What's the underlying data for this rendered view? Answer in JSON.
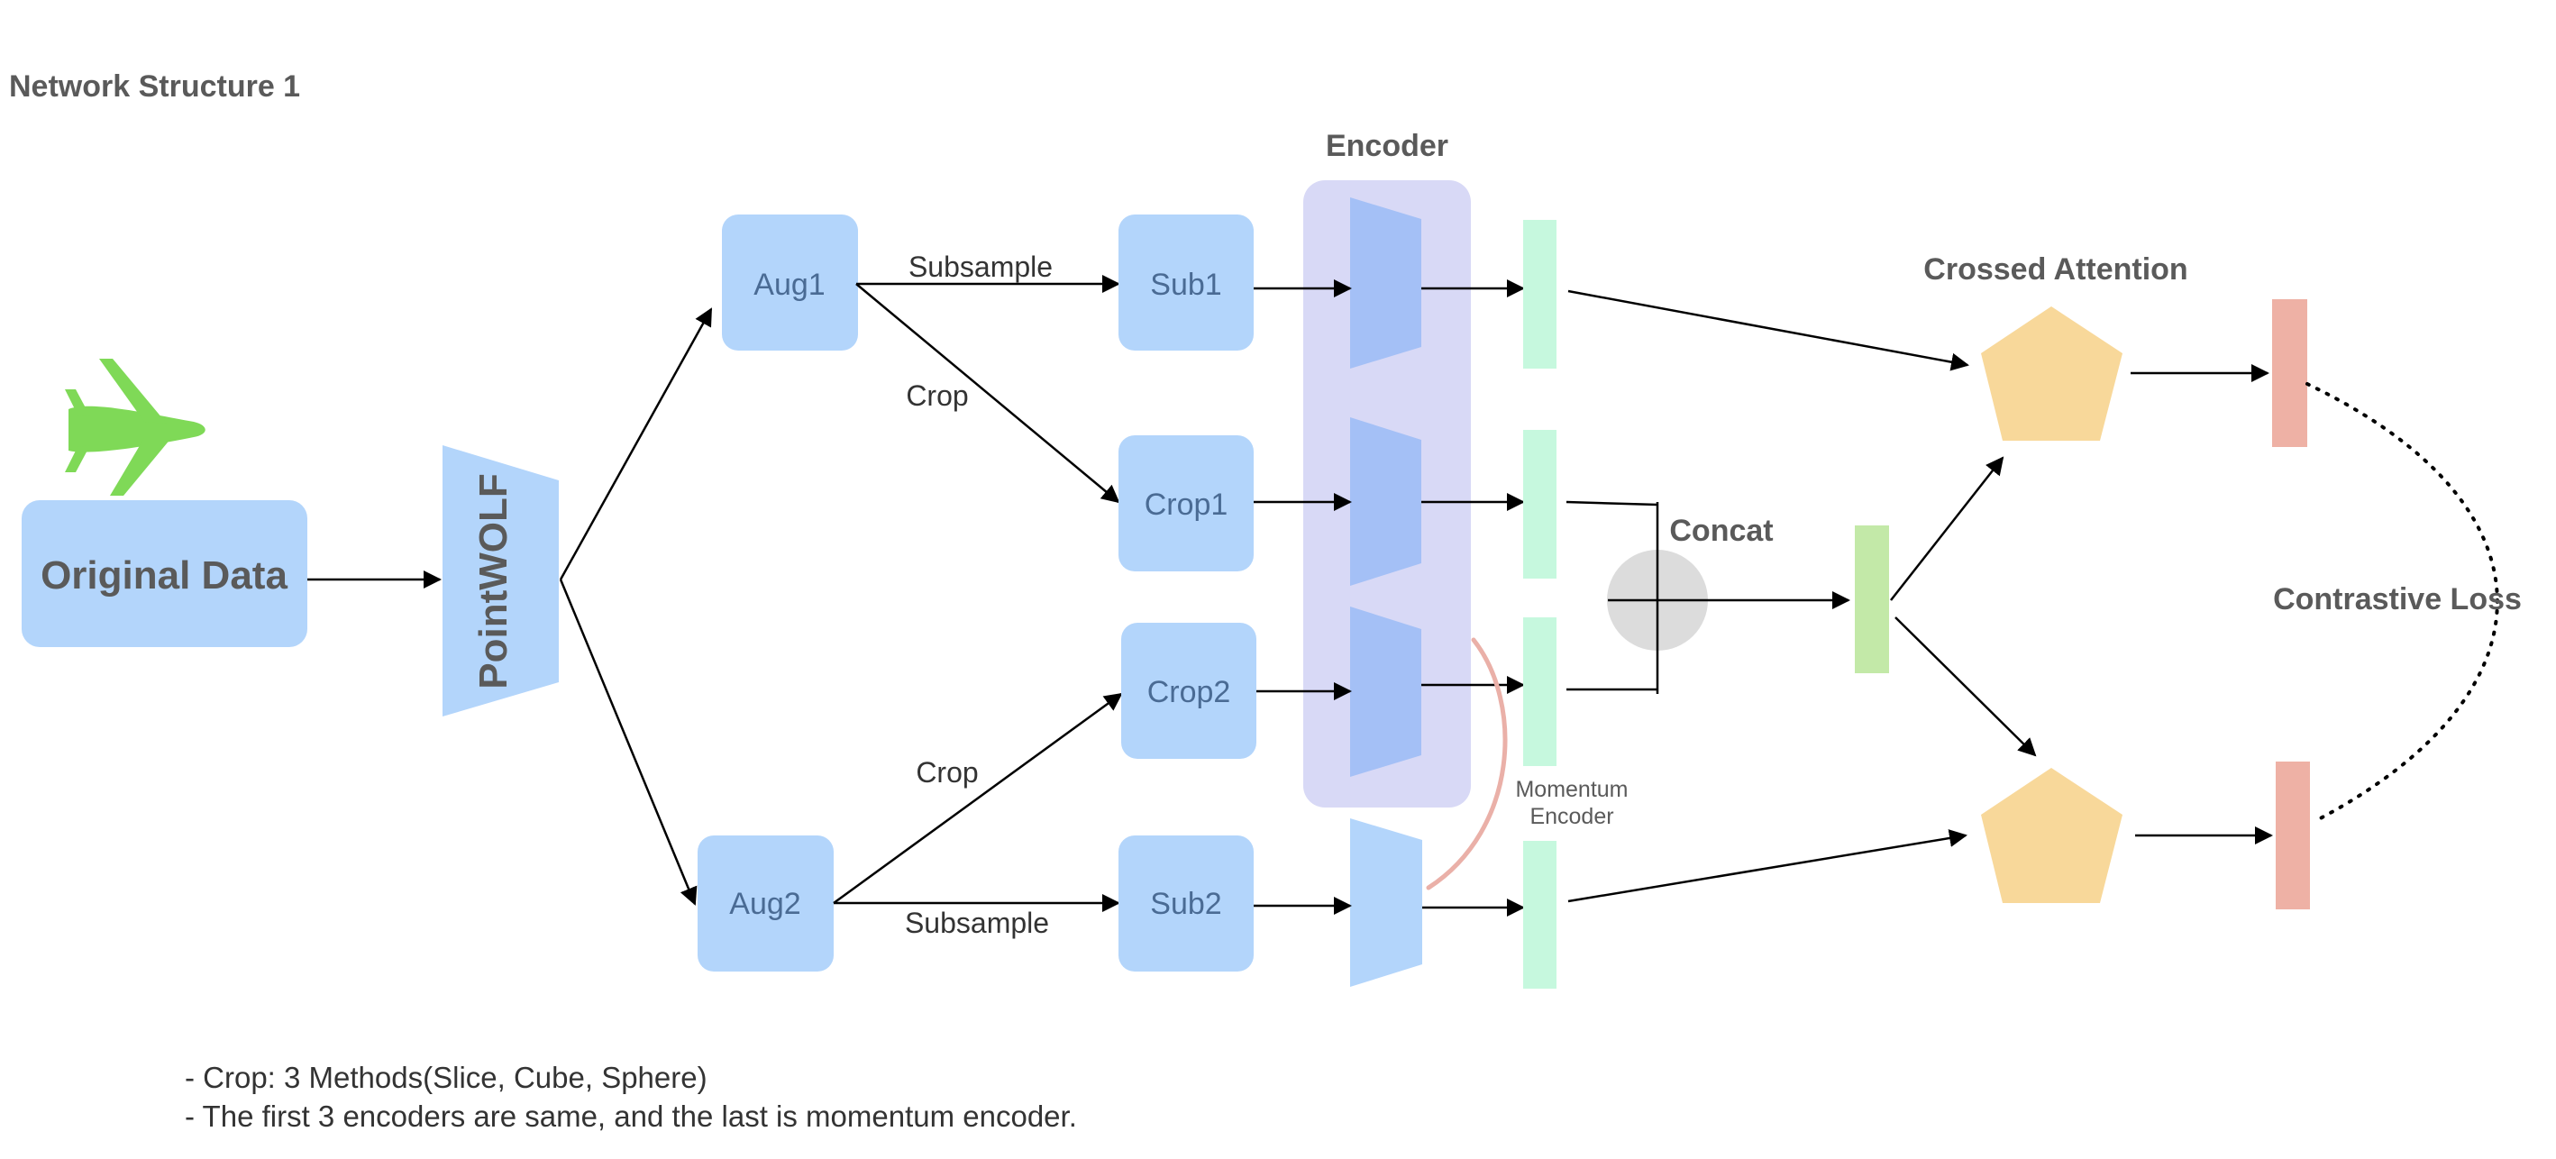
{
  "title": "Network Structure 1",
  "nodes": {
    "original": "Original Data",
    "pointwolf": "PointWOLF",
    "aug1": "Aug1",
    "aug2": "Aug2",
    "sub1": "Sub1",
    "crop1": "Crop1",
    "crop2": "Crop2",
    "sub2": "Sub2"
  },
  "edges": {
    "aug1_subsample": "Subsample",
    "aug1_crop": "Crop",
    "aug2_crop": "Crop",
    "aug2_subsample": "Subsample"
  },
  "labels": {
    "encoder": "Encoder",
    "momentum_encoder_line1": "Momentum",
    "momentum_encoder_line2": "Encoder",
    "concat": "Concat",
    "crossed_attention": "Crossed Attention",
    "contrastive_loss": "Contrastive Loss"
  },
  "notes": [
    "- Crop: 3 Methods(Slice, Cube, Sphere)",
    "- The first 3 encoders are same, and the last is momentum encoder."
  ],
  "colors": {
    "node_fill": "#b3d5fb",
    "node_text": "#4a6b94",
    "encoder_panel": "#d8d9f6",
    "encoder_shape": "#a4c0f6",
    "momentum_shape": "#b3d5fb",
    "feature_fill": "#c6f8de",
    "concat_feature": "#c3e9a8",
    "concat_circle": "#dcdcdc",
    "pentagon": "#f8d89a",
    "output_fill": "#eeb1a5",
    "airplane": "#7fd957",
    "momentum_curve": "#eab0a8",
    "dark_text": "#5a5a5a"
  },
  "icons": {
    "airplane": "airplane-icon"
  }
}
